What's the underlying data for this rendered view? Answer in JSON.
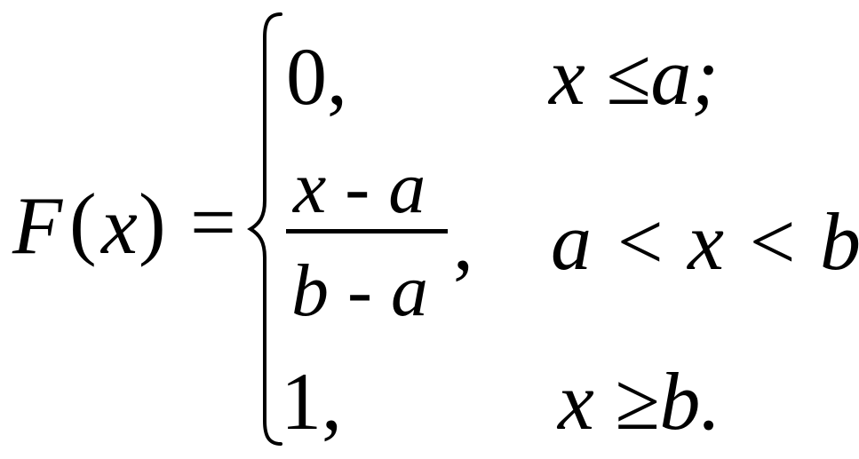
{
  "formula": {
    "lhs": {
      "function_name": "F",
      "open_paren": "(",
      "variable": "x",
      "close_paren": ")",
      "equals": "="
    },
    "cases": [
      {
        "value": "0,",
        "condition": "x ≤a;"
      },
      {
        "numerator": "x - a",
        "denominator": "b - a",
        "comma": ",",
        "condition": "a < x < b;"
      },
      {
        "value": "1,",
        "condition": "x ≥b."
      }
    ]
  }
}
